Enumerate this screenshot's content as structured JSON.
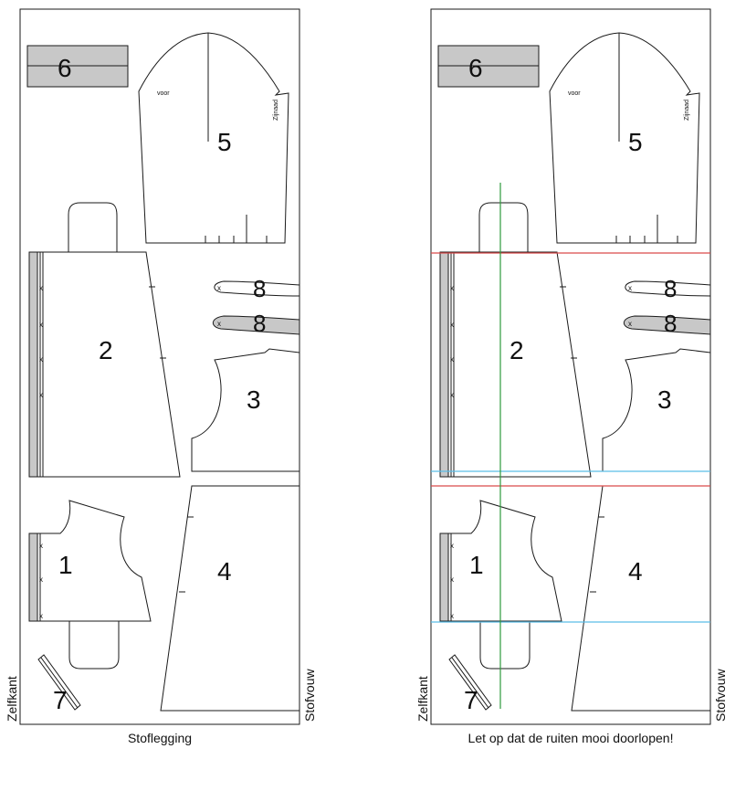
{
  "panels": [
    {
      "caption": "Stoflegging",
      "selvedge_label": "Zelfkant",
      "fold_label": "Stofvouw",
      "sleeve_label_front": "voor",
      "sleeve_label_seam": "Zijnaad",
      "pieces": [
        "6",
        "5",
        "8",
        "8",
        "2",
        "3",
        "1",
        "4",
        "7"
      ]
    },
    {
      "caption": "Let op dat de ruiten mooi doorlopen!",
      "selvedge_label": "Zelfkant",
      "fold_label": "Stofvouw",
      "sleeve_label_front": "voor",
      "sleeve_label_seam": "Zijnaad",
      "pieces": [
        "6",
        "5",
        "8",
        "8",
        "2",
        "3",
        "1",
        "4",
        "7"
      ]
    }
  ],
  "colors": {
    "outline": "#1a1a1a",
    "shaded": "#c8c8c8",
    "guide_red": "#d94a4a",
    "guide_blue": "#5bbde8",
    "guide_green": "#2e9a3c"
  }
}
